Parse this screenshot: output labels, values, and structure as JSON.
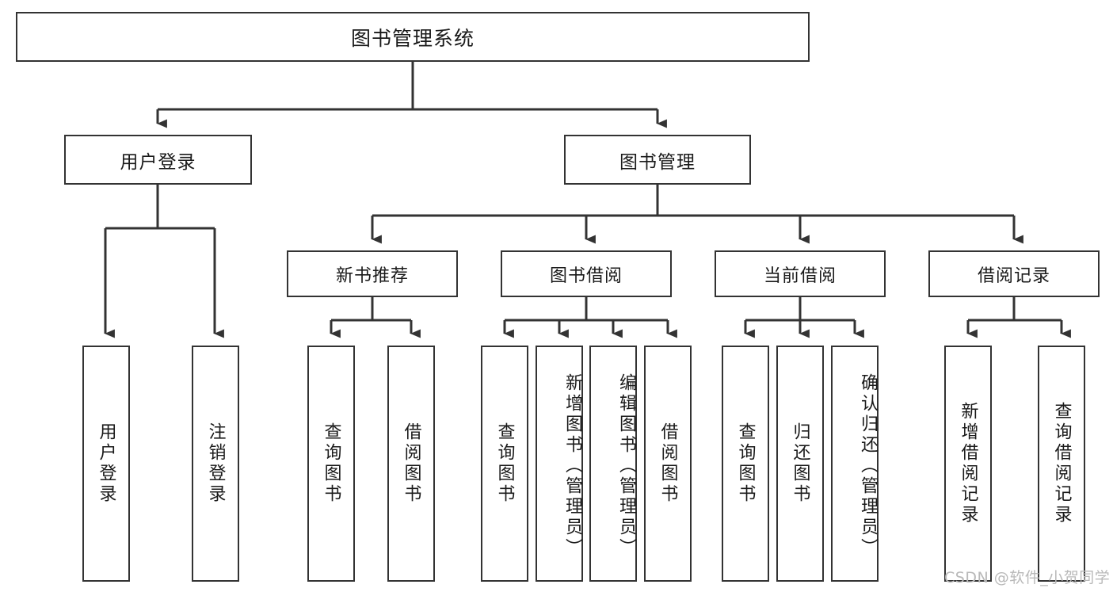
{
  "diagram": {
    "title": "图书管理系统",
    "type": "hierarchy-tree",
    "background_color": "#ffffff",
    "box_border_color": "#333333",
    "connector_color": "#333333",
    "root": {
      "label": "图书管理系统"
    },
    "level1": [
      {
        "label": "用户登录"
      },
      {
        "label": "图书管理"
      }
    ],
    "level2": [
      {
        "label": "新书推荐"
      },
      {
        "label": "图书借阅"
      },
      {
        "label": "当前借阅"
      },
      {
        "label": "借阅记录"
      }
    ],
    "leaves": {
      "user_login": [
        {
          "label": "用户登录"
        },
        {
          "label": "注销登录"
        }
      ],
      "new_book_recommend": [
        {
          "label": "查询图书"
        },
        {
          "label": "借阅图书"
        }
      ],
      "book_borrow": [
        {
          "label": "查询图书"
        },
        {
          "label": "新增图书（管理员）"
        },
        {
          "label": "编辑图书（管理员）"
        },
        {
          "label": "借阅图书"
        }
      ],
      "current_borrow": [
        {
          "label": "查询图书"
        },
        {
          "label": "归还图书"
        },
        {
          "label": "确认归还（管理员）"
        }
      ],
      "borrow_record": [
        {
          "label": "新增借阅记录"
        },
        {
          "label": "查询借阅记录"
        }
      ]
    }
  },
  "watermark": {
    "text": "CSDN @软件_小贺同学",
    "color": "#b9b9b9"
  }
}
